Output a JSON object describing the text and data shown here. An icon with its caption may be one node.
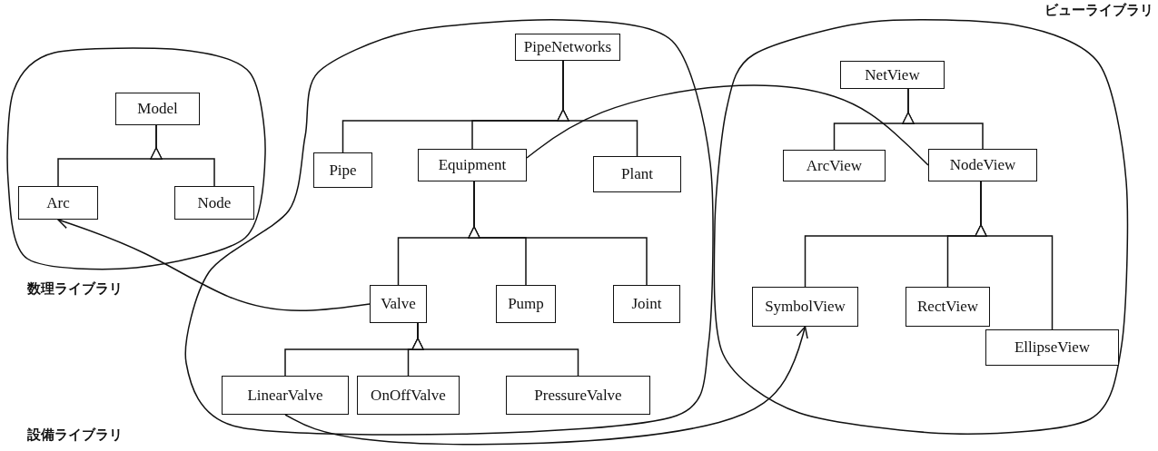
{
  "diagram": {
    "nodes": [
      {
        "text": [
          "数理ライブラリ"
        ]
      },
      {
        "text": [
          "Model"
        ],
        "in": 0
      },
      {
        "text": [
          "Arc"
        ],
        "in": 0
      },
      {
        "text": [
          "Node"
        ],
        "in": 0
      },
      {
        "text": [
          "設備ライブラリ"
        ]
      },
      {
        "text": [
          "PipeNetworks"
        ],
        "in": 4
      },
      {
        "text": [
          "Pipe"
        ],
        "in": 4
      },
      {
        "text": [
          "Equipment"
        ],
        "in": 4
      },
      {
        "text": [
          "Plant"
        ],
        "in": 4
      },
      {
        "text": [
          "Valve"
        ],
        "in": 4
      },
      {
        "text": [
          "Pump"
        ],
        "in": 4
      },
      {
        "text": [
          "Joint"
        ],
        "in": 4
      },
      {
        "text": [
          "LinearValve"
        ],
        "in": 4
      },
      {
        "text": [
          "OnOffValve"
        ],
        "in": 4
      },
      {
        "text": [
          "PressureValve"
        ],
        "in": 4
      },
      {
        "text": [
          "ビューライブラリ"
        ]
      },
      {
        "text": [
          "NetView"
        ],
        "in": 15
      },
      {
        "text": [
          "ArcView"
        ],
        "in": 15
      },
      {
        "text": [
          "NodeView"
        ],
        "in": 15
      },
      {
        "text": [
          "SymbolView"
        ],
        "in": 15
      },
      {
        "text": [
          "RectView"
        ],
        "in": 15
      },
      {
        "text": [
          "EllipseView"
        ],
        "in": 15
      }
    ],
    "edges": [
      {
        "from": 2,
        "to": 1,
        "arrow": "to"
      },
      {
        "from": 3,
        "to": 1,
        "arrow": "to"
      },
      {
        "from": 6,
        "to": 5,
        "arrow": "to"
      },
      {
        "from": 7,
        "to": 5,
        "arrow": "to"
      },
      {
        "from": 8,
        "to": 5,
        "arrow": "to"
      },
      {
        "from": 9,
        "to": 7,
        "arrow": "to"
      },
      {
        "from": 10,
        "to": 7,
        "arrow": "to"
      },
      {
        "from": 11,
        "to": 7,
        "arrow": "to"
      },
      {
        "from": 12,
        "to": 9,
        "arrow": "to"
      },
      {
        "from": 13,
        "to": 9,
        "arrow": "to"
      },
      {
        "from": 14,
        "to": 9,
        "arrow": "to"
      },
      {
        "from": 17,
        "to": 16,
        "arrow": "to"
      },
      {
        "from": 18,
        "to": 16,
        "arrow": "to"
      },
      {
        "from": 19,
        "to": 18,
        "arrow": "to"
      },
      {
        "from": 20,
        "to": 18,
        "arrow": "to"
      },
      {
        "from": 21,
        "to": 18,
        "arrow": "to"
      },
      {
        "from": 9,
        "to": 2,
        "arrow": "to"
      },
      {
        "from": 7,
        "to": 18,
        "arrow": "none"
      },
      {
        "from": 12,
        "to": 19,
        "arrow": "to"
      }
    ]
  }
}
